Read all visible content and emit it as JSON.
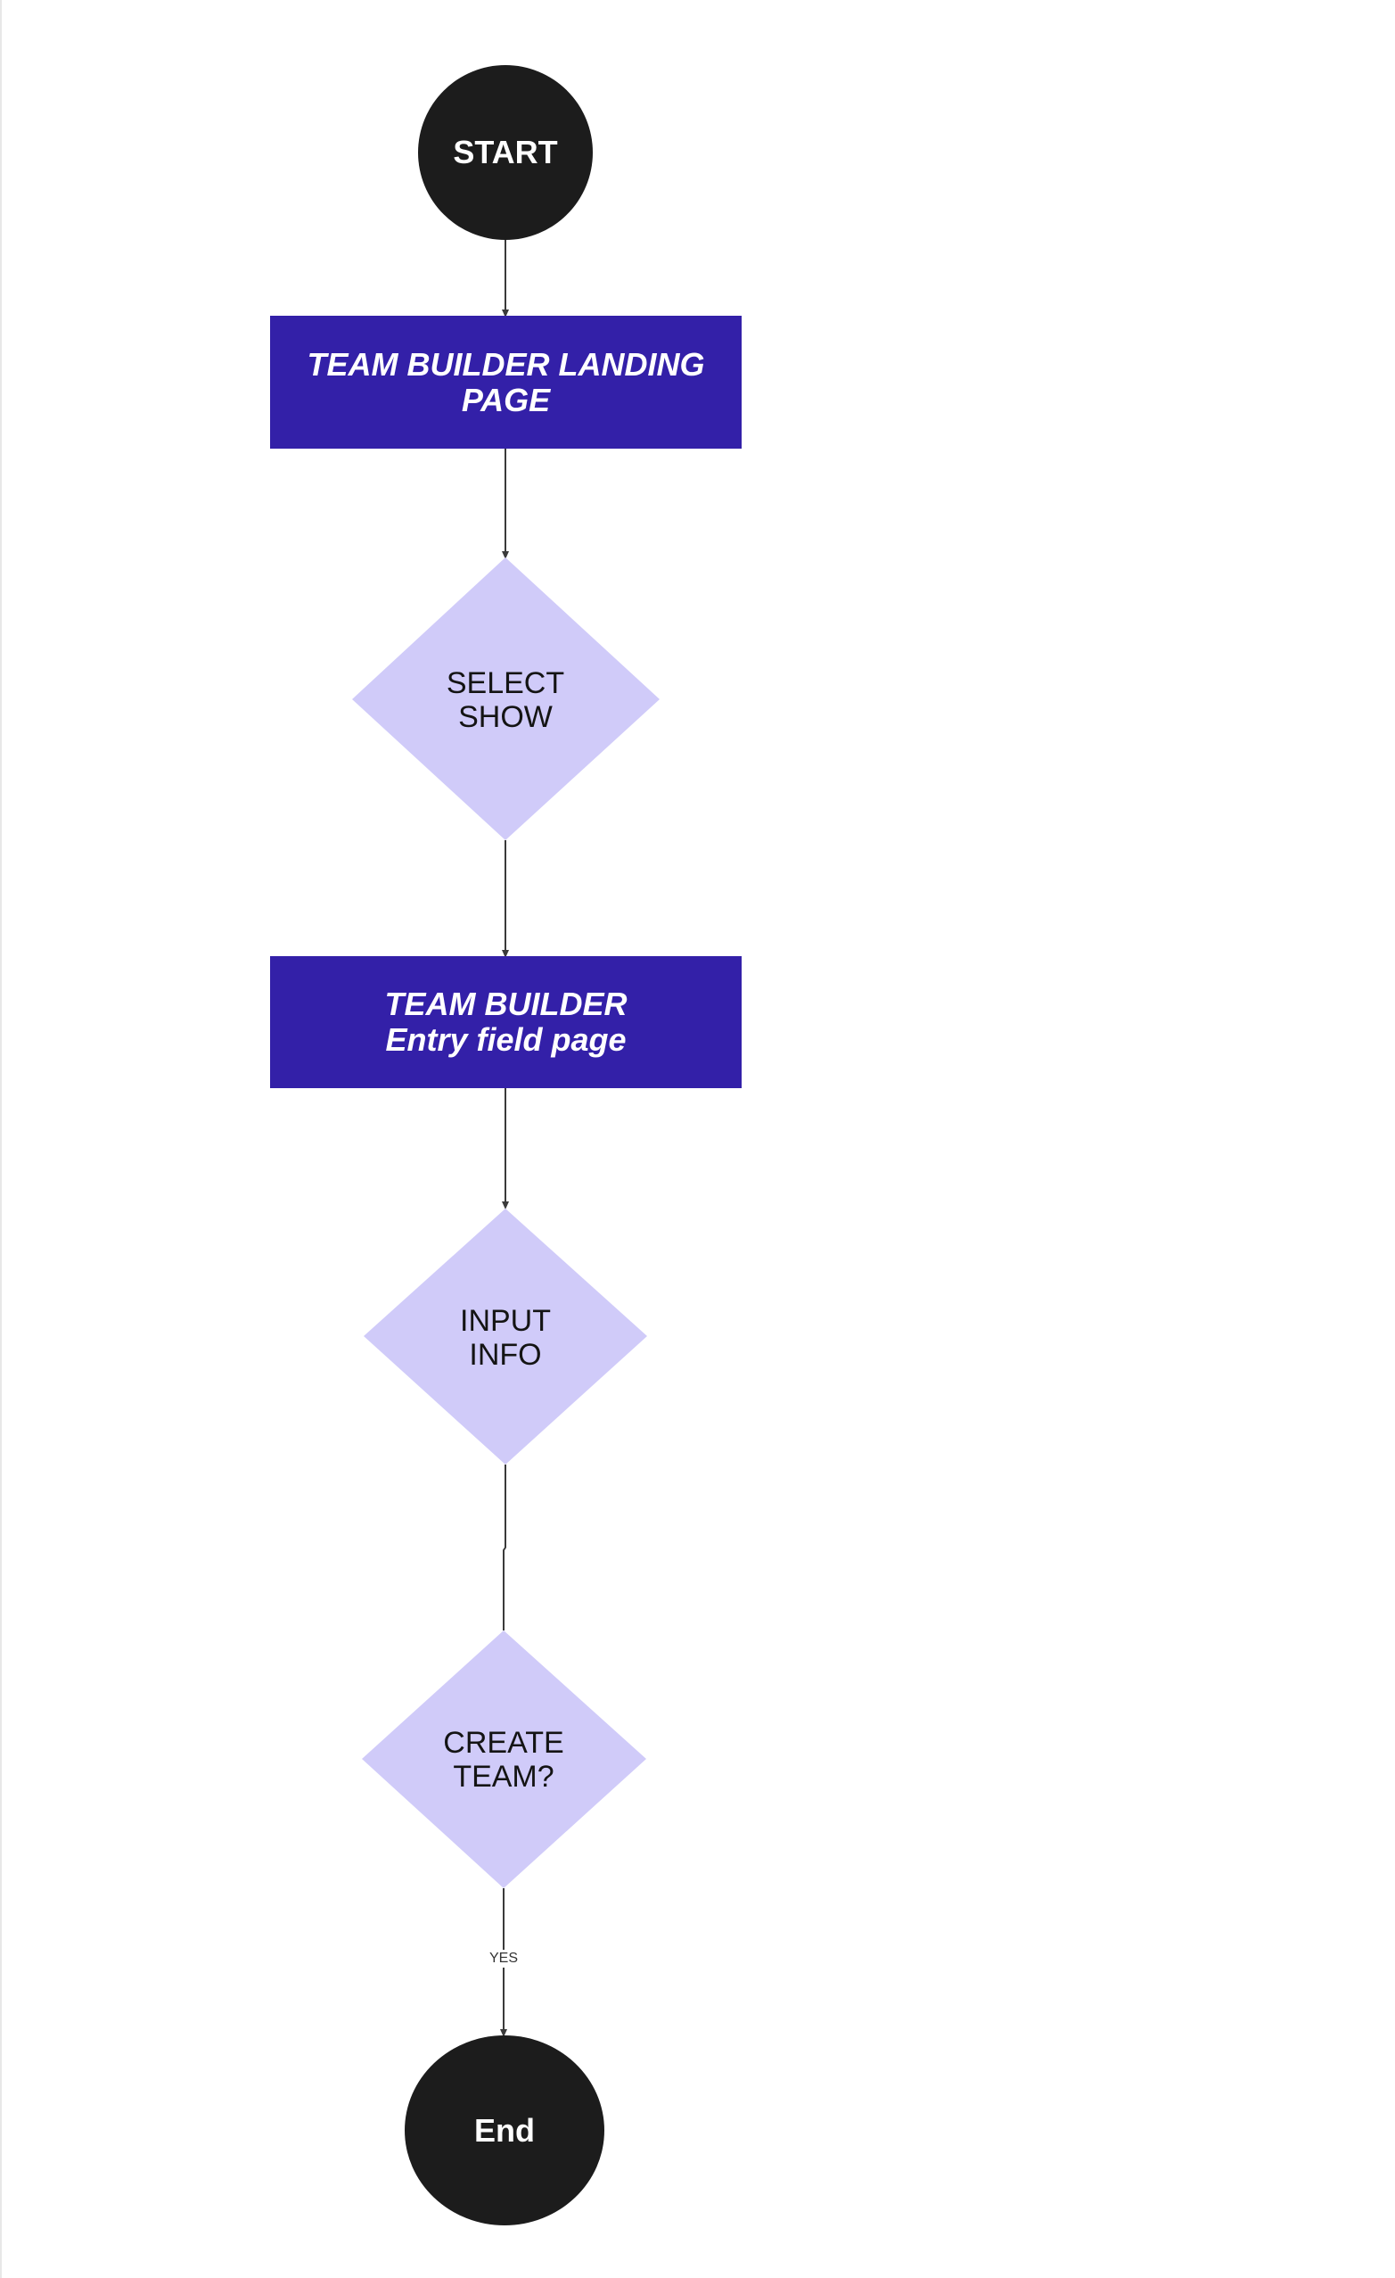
{
  "colors": {
    "terminal_fill": "#1c1c1c",
    "process_fill": "#3320a8",
    "decision_fill": "#d0cbf9",
    "connector": "#3a3a3a",
    "terminal_text": "#ffffff",
    "process_text": "#ffffff",
    "decision_text": "#141414"
  },
  "nodes": {
    "start": {
      "label": "START"
    },
    "landing_page": {
      "label": "TEAM BUILDER LANDING\nPAGE"
    },
    "select_show": {
      "label": "SELECT\nSHOW"
    },
    "entry_field_page": {
      "label": "TEAM BUILDER\nEntry field page"
    },
    "input_info": {
      "label": "INPUT\nINFO"
    },
    "create_team": {
      "label": "CREATE\nTEAM?"
    },
    "end": {
      "label": "End"
    }
  },
  "edges": [
    {
      "from": "start",
      "to": "landing_page",
      "label": ""
    },
    {
      "from": "landing_page",
      "to": "select_show",
      "label": ""
    },
    {
      "from": "select_show",
      "to": "entry_field_page",
      "label": ""
    },
    {
      "from": "entry_field_page",
      "to": "input_info",
      "label": ""
    },
    {
      "from": "input_info",
      "to": "create_team",
      "label": ""
    },
    {
      "from": "create_team",
      "to": "end",
      "label": "YES"
    }
  ]
}
